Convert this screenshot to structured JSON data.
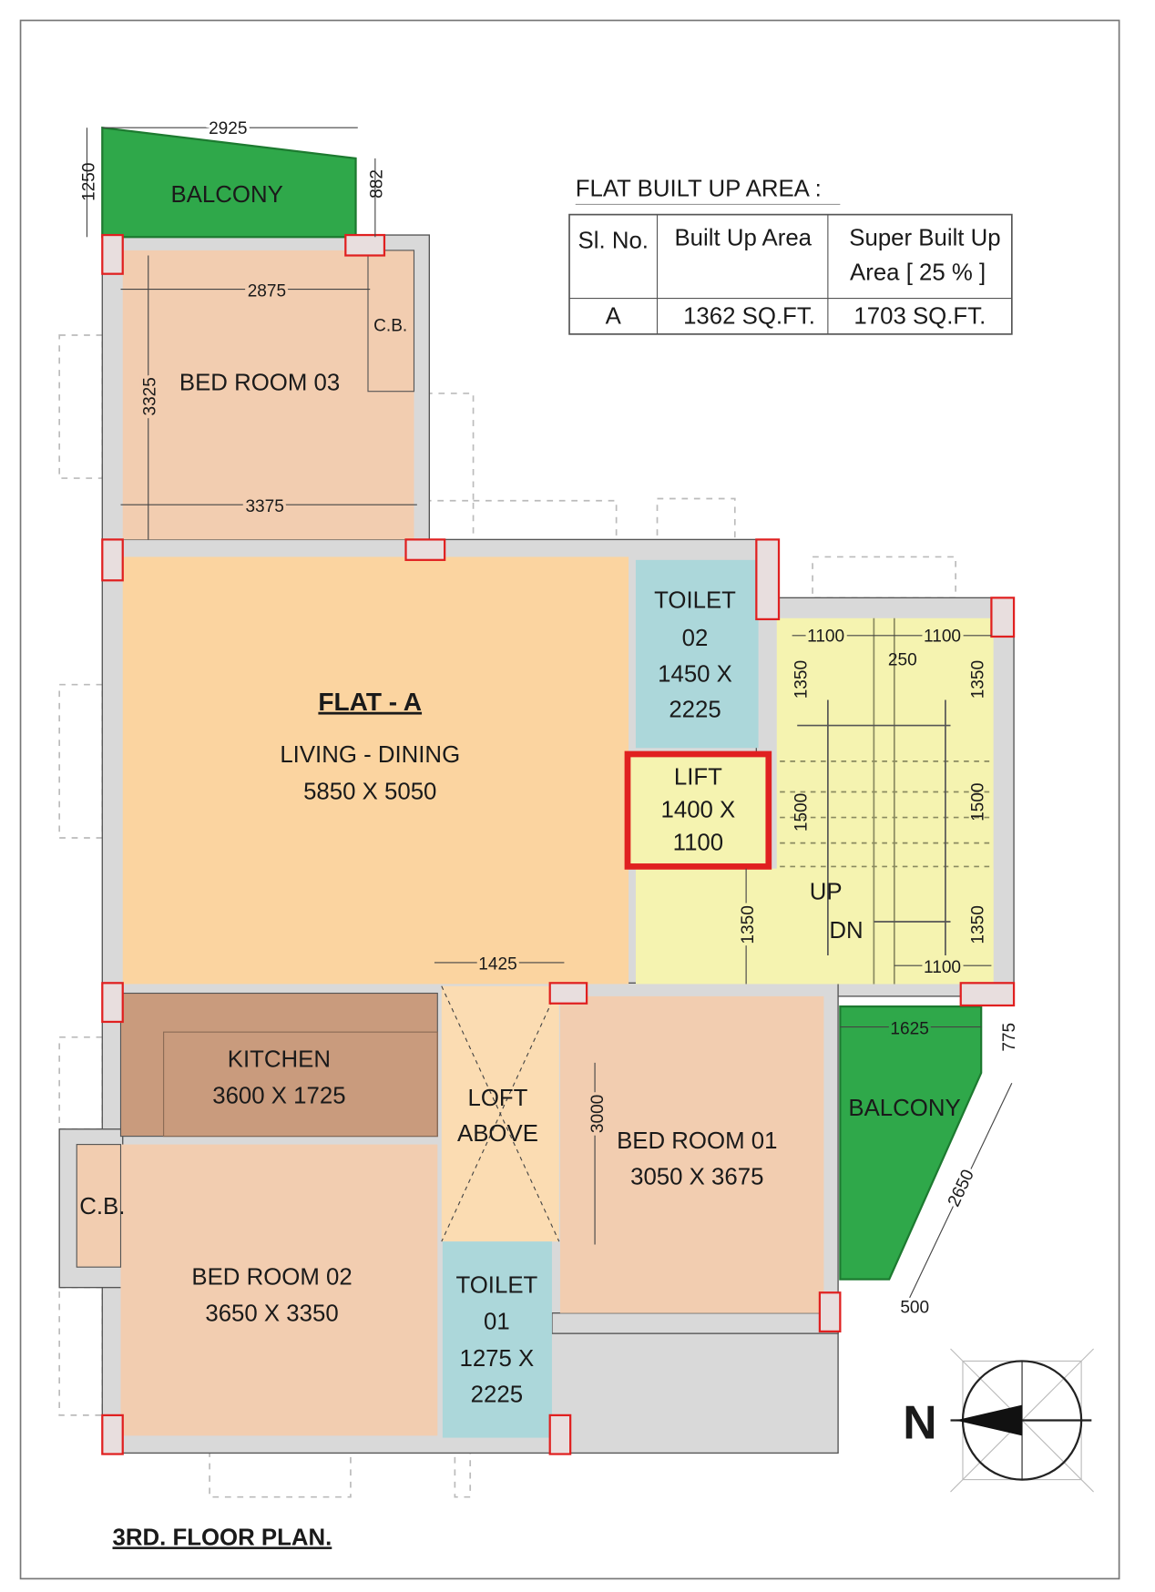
{
  "table": {
    "title": "FLAT BUILT UP AREA :",
    "headers": [
      "Sl. No.",
      "Built Up Area",
      "Super Built Up",
      "Area [ 25 % ]"
    ],
    "rows": [
      [
        "A",
        "1362 SQ.FT.",
        "1703 SQ.FT."
      ]
    ]
  },
  "rooms": {
    "balcony_top": "BALCONY",
    "bedroom03": "BED ROOM 03",
    "cb_top": "C.B.",
    "flat_title": "FLAT - A",
    "living": "LIVING - DINING",
    "living_size": "5850 X 5050",
    "toilet02": [
      "TOILET",
      "02",
      "1450 X",
      "2225"
    ],
    "lift": [
      "LIFT",
      "1400 X",
      "1100"
    ],
    "up": "UP",
    "dn": "DN",
    "kitchen": "KITCHEN",
    "kitchen_size": "3600 X 1725",
    "loft": [
      "LOFT",
      "ABOVE"
    ],
    "bedroom01": "BED ROOM 01",
    "bedroom01_size": "3050 X 3675",
    "balcony_right": "BALCONY",
    "cb_left": "C.B.",
    "bedroom02": "BED ROOM 02",
    "bedroom02_size": "3650 X 3350",
    "toilet01": [
      "TOILET",
      "01",
      "1275 X",
      "2225"
    ]
  },
  "dimensions": {
    "d2925": "2925",
    "d1250": "1250",
    "d882": "882",
    "d2875": "2875",
    "d3325": "3325",
    "d3375": "3375",
    "d1100a": "1100",
    "d1100b": "1100",
    "d250": "250",
    "d1350a": "1350",
    "d1350b": "1350",
    "d1500a": "1500",
    "d1500b": "1500",
    "d1350c": "1350",
    "d1350d": "1350",
    "d1100c": "1100",
    "d1425": "1425",
    "d1625": "1625",
    "d775": "775",
    "d3000": "3000",
    "d2650": "2650",
    "d500": "500"
  },
  "compass": {
    "label": "N"
  },
  "plan_title": "3RD. FLOOR PLAN.",
  "colors": {
    "balcony": "#2fa84a",
    "bedroom": "#f2cdb0",
    "living": "#fbd4a0",
    "toilet": "#acd7da",
    "stair": "#f5f3b0",
    "kitchen": "#c99b7d",
    "loft": "#fbdcb2"
  }
}
